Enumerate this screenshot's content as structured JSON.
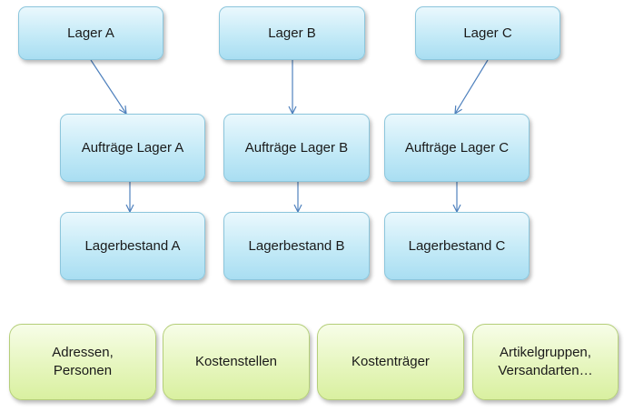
{
  "lager": [
    "Lager A",
    "Lager B",
    "Lager C"
  ],
  "auftraege": [
    "Aufträge Lager A",
    "Aufträge Lager B",
    "Aufträge Lager C"
  ],
  "bestand": [
    "Lagerbestand A",
    "Lagerbestand B",
    "Lagerbestand C"
  ],
  "stammdaten": [
    "Adressen,\nPersonen",
    "Kostenstellen",
    "Kostenträger",
    "Artikelgruppen,\nVersandarten…"
  ],
  "colors": {
    "blue_fill": "#c4eaf7",
    "blue_border": "#8cc6dc",
    "green_fill": "#e6f6be",
    "green_border": "#b5cf7a",
    "arrow": "#4f81bd"
  }
}
